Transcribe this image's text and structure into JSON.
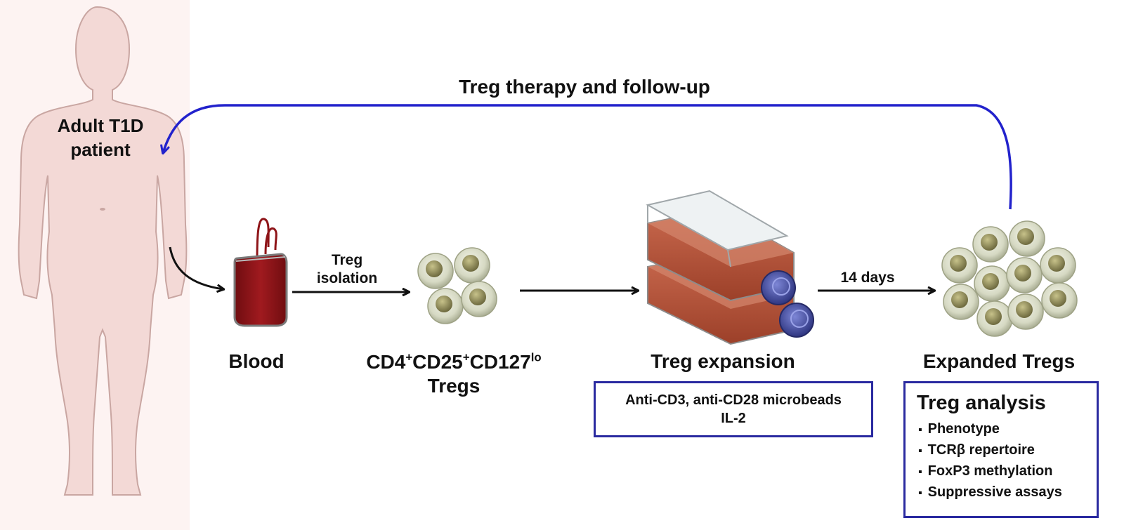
{
  "colors": {
    "body_skin": "#f3d9d6",
    "body_outline": "#c9a6a2",
    "arrow_blue": "#2222cc",
    "box_border": "#2a2aa0",
    "blood": "#8e1418",
    "flask_medium": "#b5523a",
    "cap_blue": "#4a55b0",
    "cell_outer": "#d9dcc8",
    "cell_nucleus": "#8a8656"
  },
  "labels": {
    "patient_line1": "Adult T1D",
    "patient_line2": "patient",
    "therapy": "Treg therapy and follow-up",
    "blood": "Blood",
    "isolation_line1": "Treg",
    "isolation_line2": "isolation",
    "tregs_cd4": "CD4",
    "tregs_plus1": "+",
    "tregs_cd25": "CD25",
    "tregs_plus2": "+",
    "tregs_cd127": "CD127",
    "tregs_lo": "lo",
    "tregs_line2": "Tregs",
    "expansion": "Treg expansion",
    "days": "14 days",
    "expanded": "Expanded Tregs"
  },
  "expansion_box": {
    "line1": "Anti-CD3, anti-CD28 microbeads",
    "line2": "IL-2"
  },
  "analysis_box": {
    "title": "Treg analysis",
    "items": [
      "Phenotype",
      "TCRβ repertoire",
      "FoxP3 methylation",
      "Suppressive assays"
    ]
  }
}
